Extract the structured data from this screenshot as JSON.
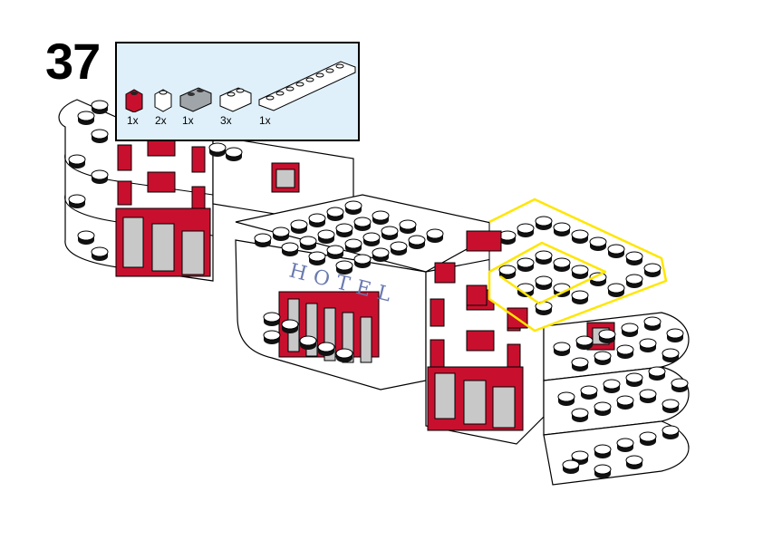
{
  "step": {
    "number": "37"
  },
  "parts": [
    {
      "qty": "1x",
      "name": "red-1x1-bracket-icon",
      "color": "#c8102e"
    },
    {
      "qty": "2x",
      "name": "white-1x1-brick-icon",
      "color": "#ffffff"
    },
    {
      "qty": "1x",
      "name": "grey-1x2-brick-icon",
      "color": "#a0a5a9"
    },
    {
      "qty": "3x",
      "name": "white-1x2-brick-icon",
      "color": "#ffffff"
    },
    {
      "qty": "1x",
      "name": "white-1x8-plate-icon",
      "color": "#ffffff"
    }
  ],
  "sign": {
    "text": "HOTEL"
  },
  "colors": {
    "brick_red": "#c8102e",
    "highlight": "#ffe600",
    "callout_bg": "#dff0fb",
    "window_grey": "#c8c8c8"
  }
}
